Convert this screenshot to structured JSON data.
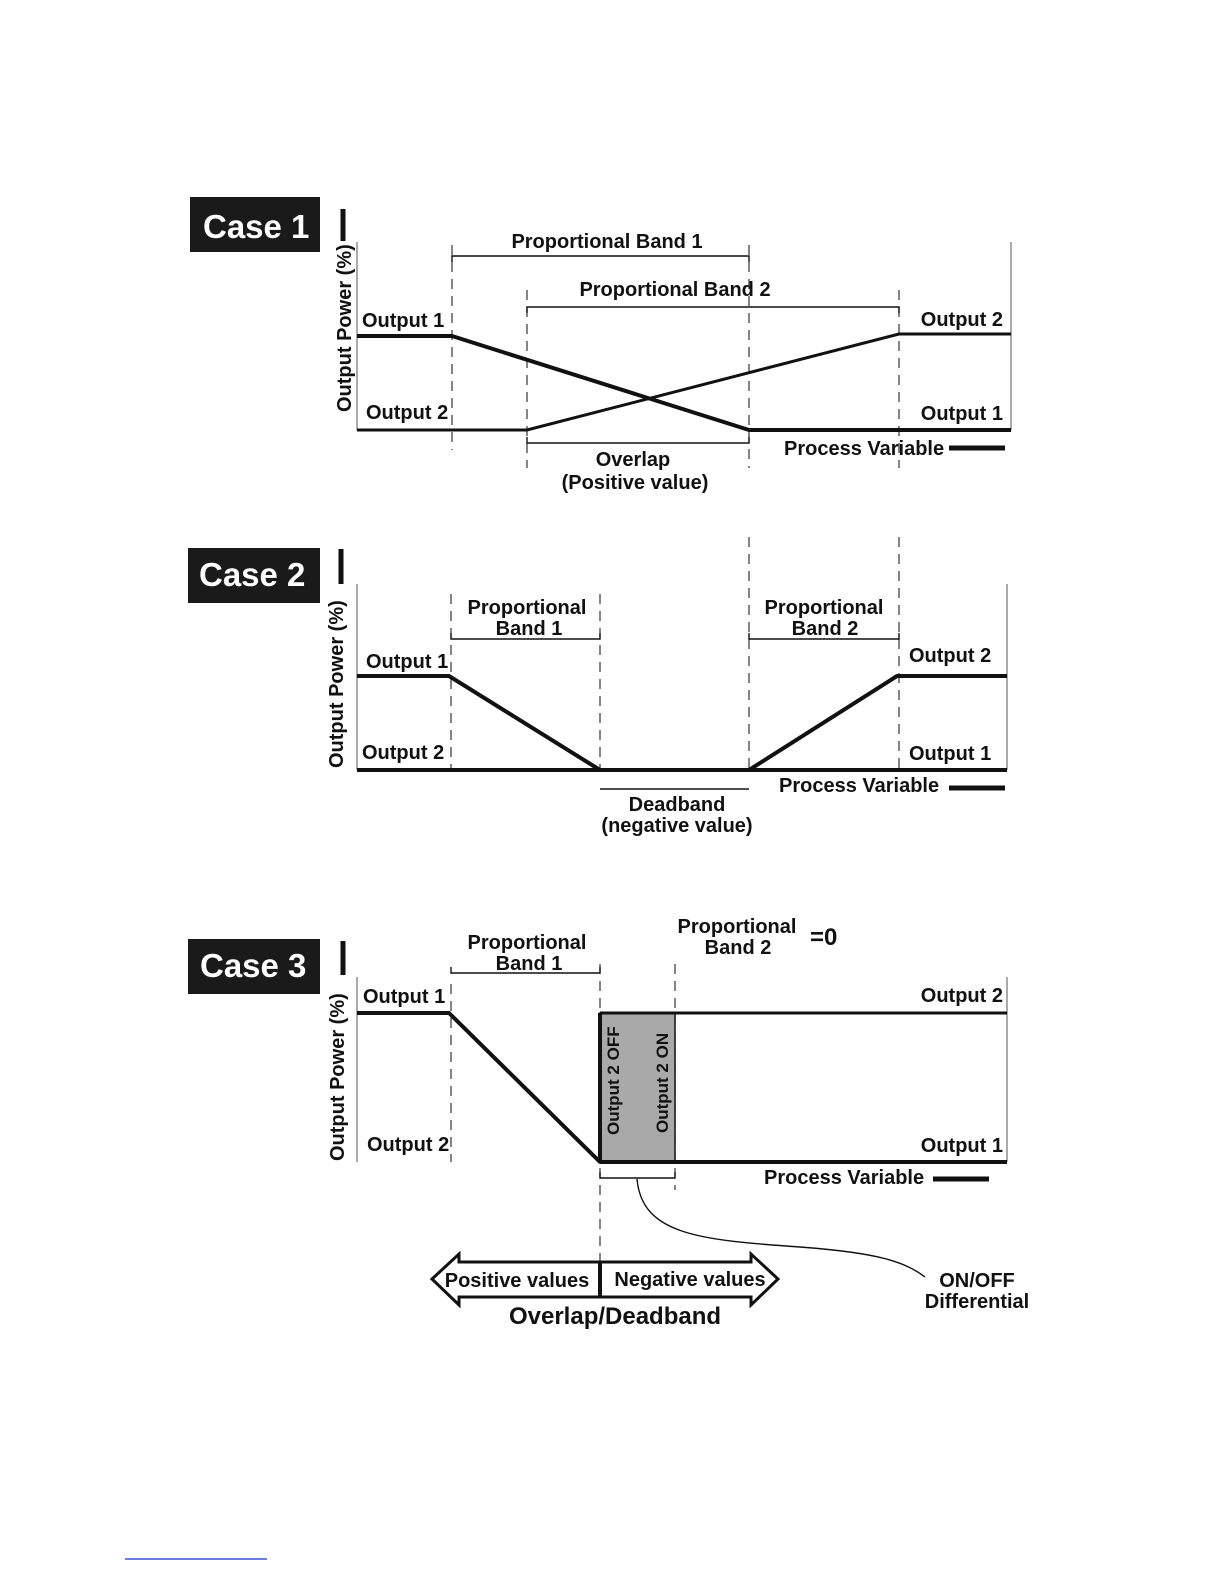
{
  "case1": {
    "case_label": "Case 1",
    "y_axis_label": "Output Power (%)",
    "band1_label": "Proportional Band 1",
    "band2_label": "Proportional Band 2",
    "left_top_label": "Output 1",
    "left_bottom_label": "Output 2",
    "right_top_label": "Output 2",
    "right_bottom_label": "Output 1",
    "overlap_line1": "Overlap",
    "overlap_line2": "(Positive value)",
    "x_axis_label": "Process Variable"
  },
  "case2": {
    "case_label": "Case 2",
    "y_axis_label": "Output Power (%)",
    "band1_line1": "Proportional",
    "band1_line2": "Band 1",
    "band2_line1": "Proportional",
    "band2_line2": "Band 2",
    "left_top_label": "Output 1",
    "left_bottom_label": "Output 2",
    "right_top_label": "Output 2",
    "right_bottom_label": "Output 1",
    "deadband_line1": "Deadband",
    "deadband_line2": "(negative value)",
    "x_axis_label": "Process Variable"
  },
  "case3": {
    "case_label": "Case 3",
    "y_axis_label": "Output Power (%)",
    "band1_line1": "Proportional",
    "band1_line2": "Band 1",
    "band2_line1": "Proportional",
    "band2_line2": "Band 2",
    "band2_value": "=0",
    "left_top_label": "Output 1",
    "left_bottom_label": "Output 2",
    "right_top_label": "Output 2",
    "right_bottom_label": "Output 1",
    "output2_off_label": "Output 2 OFF",
    "output2_on_label": "Output 2 ON",
    "x_axis_label": "Process Variable",
    "differential_line1": "ON/OFF",
    "differential_line2": "Differential",
    "positive_label": "Positive values",
    "negative_label": "Negative values",
    "overlap_deadband_label": "Overlap/Deadband"
  },
  "colors": {
    "case_badge": "#1a1a1a",
    "differential_fill": "#a9a9a9"
  }
}
